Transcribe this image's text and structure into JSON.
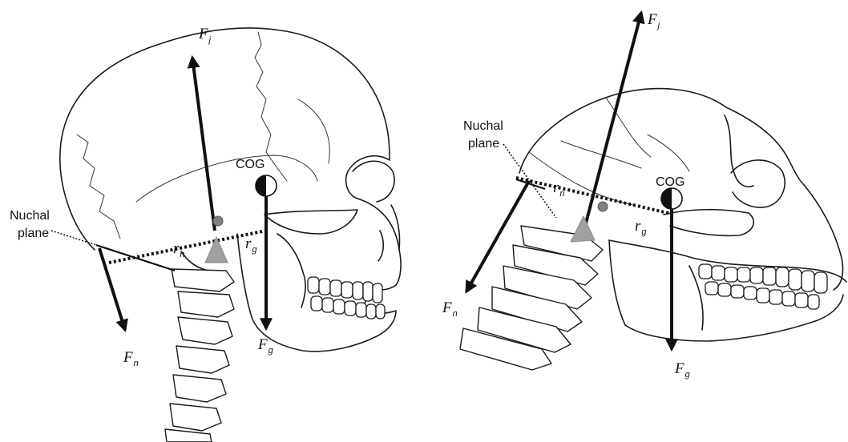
{
  "human": {
    "force_joint": {
      "symbol": "F",
      "subscript": "j"
    },
    "force_neck": {
      "symbol": "F",
      "subscript": "n"
    },
    "force_gravity": {
      "symbol": "F",
      "subscript": "g"
    },
    "lever_neck": {
      "symbol": "r",
      "subscript": "n"
    },
    "lever_gravity": {
      "symbol": "r",
      "subscript": "g"
    },
    "cog_label": "COG",
    "nuchal_label_line1": "Nuchal",
    "nuchal_label_line2": "plane"
  },
  "ape": {
    "force_joint": {
      "symbol": "F",
      "subscript": "j"
    },
    "force_neck": {
      "symbol": "F",
      "subscript": "n"
    },
    "force_gravity": {
      "symbol": "F",
      "subscript": "g"
    },
    "lever_neck": {
      "symbol": "r",
      "subscript": "n"
    },
    "lever_gravity": {
      "symbol": "r",
      "subscript": "g"
    },
    "cog_label": "COG",
    "nuchal_label_line1": "Nuchal",
    "nuchal_label_line2": "plane"
  },
  "colors": {
    "line": "#111111",
    "fulcrum": "#a0a0a0",
    "background": "#ffffff"
  }
}
